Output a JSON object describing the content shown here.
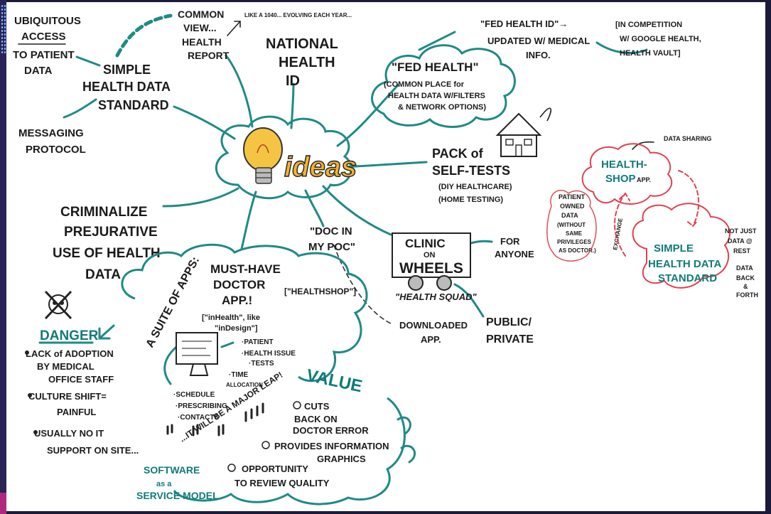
{
  "center": {
    "label": "ideas"
  },
  "nodes": {
    "ubiquitous": [
      "UBIQUITOUS",
      "ACCESS",
      "TO PATIENT",
      "DATA"
    ],
    "simple_standard": [
      "SIMPLE",
      "HEALTH DATA",
      "STANDARD"
    ],
    "messaging": [
      "MESSAGING",
      "PROTOCOL"
    ],
    "common_view": [
      "COMMON",
      "VIEW...",
      "HEALTH",
      "REPORT"
    ],
    "like_1040": "LIKE A 1040... EVOLVING EACH YEAR...",
    "national_id": [
      "NATIONAL",
      "HEALTH",
      "ID"
    ],
    "fed_health_id": [
      "\"FED HEALTH ID\"→",
      "UPDATED W/ MEDICAL",
      "INFO."
    ],
    "competition": [
      "[IN COMPETITION",
      "W/ GOOGLE HEALTH,",
      "HEALTH VAULT]"
    ],
    "fed_health": [
      "\"FED HEALTH\"",
      "(COMMON PLACE for",
      "HEALTH DATA W/FILTERS",
      "& NETWORK OPTIONS)"
    ],
    "pack_tests": [
      "PACK of",
      "SELF-TESTS",
      "(DIY HEALTHCARE)",
      "(HOME TESTING)"
    ],
    "criminalize": [
      "CRIMINALIZE",
      "PREJURATIVE",
      "USE OF HEALTH",
      "DATA"
    ],
    "doc_poc": [
      "\"DOC IN",
      "MY POC\""
    ],
    "clinic": [
      "CLINIC",
      "ON",
      "WHEELS"
    ],
    "health_squad": "\"HEALTH SQUAD\"",
    "for_anyone": [
      "FOR",
      "ANYONE"
    ],
    "public_private": [
      "PUBLIC/",
      "PRIVATE"
    ],
    "downloaded": [
      "DOWNLOADED",
      "APP."
    ],
    "suite": "A SUITE OF APPS:",
    "must_have": [
      "MUST-HAVE",
      "DOCTOR",
      "APP.!"
    ],
    "inhealth": [
      "[\"inHealth\", like",
      "\"inDesign\"]"
    ],
    "healthshop": "[\"HEALTHSHOP\"]",
    "app_features": [
      "·PATIENT",
      "·HEALTH ISSUE",
      "·TESTS",
      "·TIME",
      "ALLOCATION"
    ],
    "schedule": [
      "·SCHEDULE",
      "·PRESCRIBING",
      "·CONTACTS"
    ],
    "major_leap": "...IT WILL BE A MAJOR LEAP!",
    "danger": {
      "title": "DANGER",
      "items": [
        [
          "LACK of ADOPTION",
          "BY MEDICAL",
          "OFFICE STAFF"
        ],
        [
          "CULTURE SHIFT=",
          "PAINFUL"
        ],
        [
          "USUALLY NO IT",
          "SUPPORT ON SITE..."
        ]
      ]
    },
    "value": {
      "title": "VALUE",
      "items": [
        [
          "CUTS",
          "BACK ON",
          "DOCTOR ERROR"
        ],
        [
          "PROVIDES INFORMATION",
          "GRAPHICS"
        ],
        [
          "OPPORTUNITY",
          "TO REVIEW QUALITY"
        ]
      ]
    },
    "saas": [
      "SOFTWARE",
      "as a",
      "SERVICE MODEL"
    ]
  },
  "right_cluster": {
    "data_sharing": "DATA SHARING",
    "healthshop_app": [
      "HEALTH-",
      "SHOP",
      "APP."
    ],
    "patient_owned": [
      "PATIENT",
      "OWNED",
      "DATA",
      "(WITHOUT",
      "SAME",
      "PRIVILEGES",
      "AS DOCTOR.)"
    ],
    "exchange": "EXCHANGE",
    "simple_standard": [
      "SIMPLE",
      "HEALTH DATA",
      "STANDARD"
    ],
    "not_just": [
      "NOT JUST",
      "DATA @",
      "REST"
    ],
    "back_forth": [
      "DATA",
      "BACK",
      "&",
      "FORTH"
    ]
  },
  "colors": {
    "teal": "#1f8a86",
    "ink": "#1a1a1a",
    "red": "#e0424f",
    "bulb": "#f4c542",
    "frame": "#1b1a3a"
  }
}
